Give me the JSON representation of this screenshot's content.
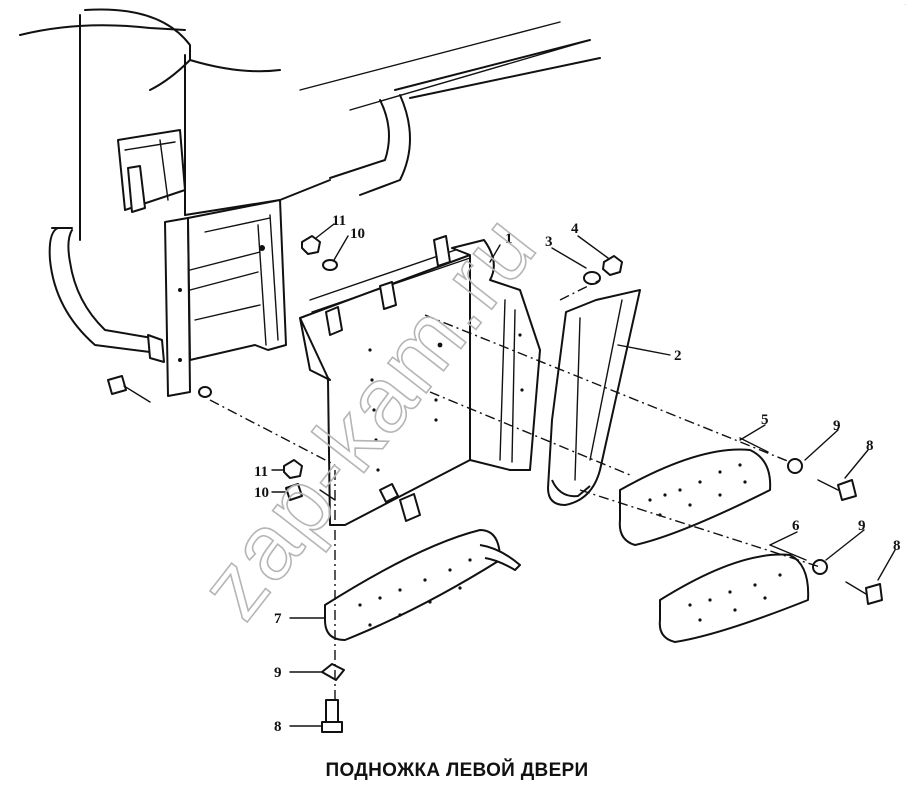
{
  "caption": "ПОДНОЖКА ЛЕВОЙ ДВЕРИ",
  "watermark": "zap-kam.ru",
  "callouts": {
    "c1": "1",
    "c2": "2",
    "c3": "3",
    "c4": "4",
    "c5": "5",
    "c6": "6",
    "c7": "7",
    "c8_top": "8",
    "c8_mid": "8",
    "c8_bottom": "8",
    "c9_top": "9",
    "c9_mid": "9",
    "c9_bottom": "9",
    "c10_top": "10",
    "c10_left": "10",
    "c11_top": "11",
    "c11_left": "11"
  }
}
